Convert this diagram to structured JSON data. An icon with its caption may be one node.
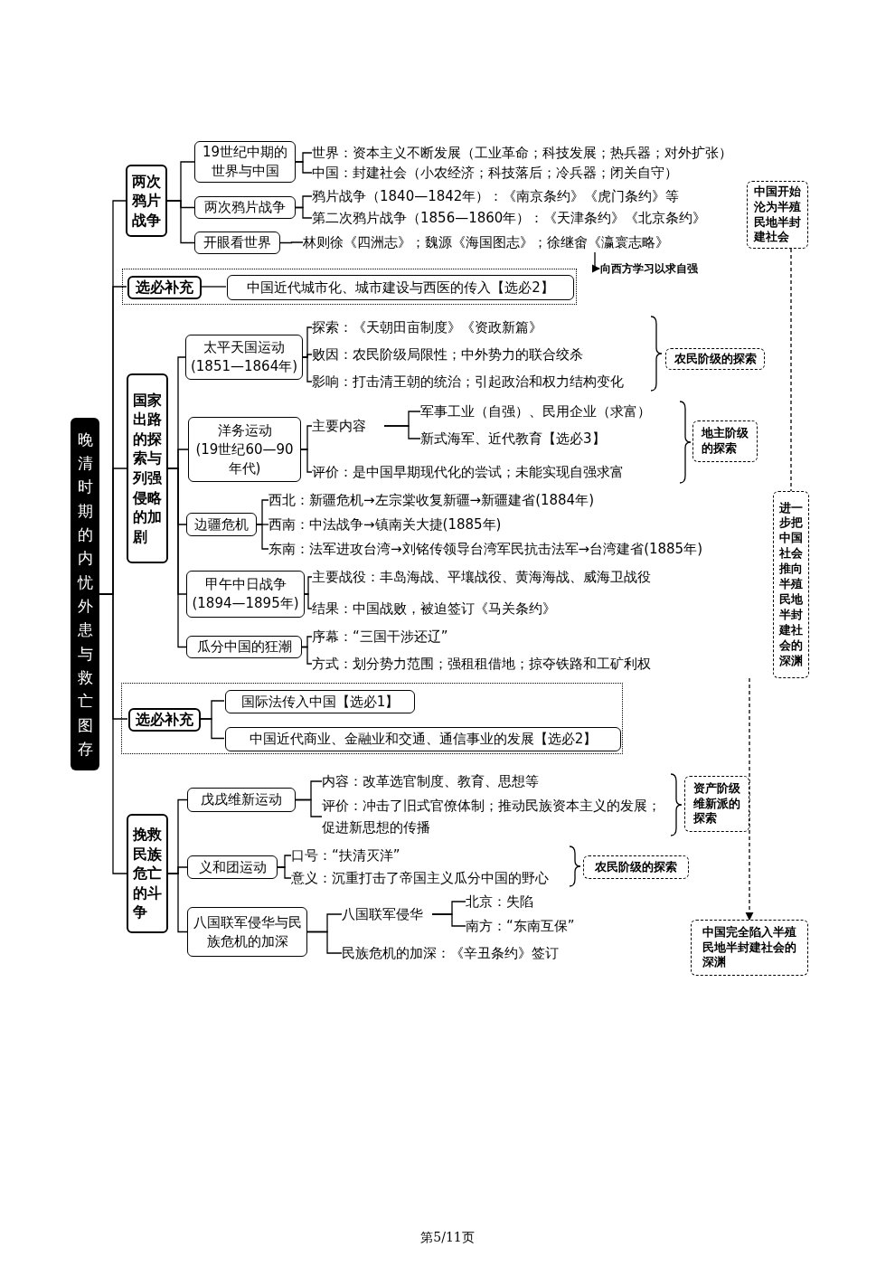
{
  "diagram": {
    "nodes": [
      {
        "text": [
          "晚清时期的内忧外患与救亡图存"
        ]
      },
      {
        "text": [
          "两次鸦片战争"
        ]
      },
      {
        "text": [
          "19世纪中期的世界与中国"
        ]
      },
      {
        "text": [
          "世界：资本主义不断发展（工业革命；科技发展；热兵器；对外扩张）"
        ]
      },
      {
        "text": [
          "中国：封建社会（小农经济；科技落后；冷兵器；闭关自守）"
        ]
      },
      {
        "text": [
          "两次鸦片战争"
        ]
      },
      {
        "text": [
          "鸦片战争（1840—1842年）：《南京条约》《虎门条约》等"
        ]
      },
      {
        "text": [
          "第二次鸦片战争（1856—1860年）：《天津条约》《北京条约》"
        ]
      },
      {
        "text": [
          "开眼看世界"
        ]
      },
      {
        "text": [
          "林则徐《四洲志》；魏源《海国图志》；徐继畬《瀛寰志略》"
        ]
      },
      {
        "text": [
          "向西方学习以求自强"
        ]
      },
      {
        "text": [
          "中国开始沦为半殖民地半封建社会"
        ]
      },
      {
        "text": [],
        "shape": "box"
      },
      {
        "text": [
          "选必补充"
        ],
        "in": 12
      },
      {
        "text": [
          "中国近代城市化、城市建设与西医的传入【选必2】"
        ],
        "in": 12
      },
      {
        "text": [
          "国家出路的探索与列强侵略的加剧"
        ]
      },
      {
        "text": [
          "太平天国运动",
          "(1851—1864年)"
        ]
      },
      {
        "text": [
          "探索：《天朝田亩制度》《资政新篇》"
        ]
      },
      {
        "text": [
          "败因：农民阶级局限性；中外势力的联合绞杀"
        ]
      },
      {
        "text": [
          "影响：打击清王朝的统治；引起政治和权力结构变化"
        ]
      },
      {
        "text": [
          "农民阶级的探索"
        ]
      },
      {
        "text": [
          "洋务运动",
          "(19世纪60—90年代)"
        ]
      },
      {
        "text": [
          "主要内容"
        ]
      },
      {
        "text": [
          "军事工业（自强）、民用企业（求富）"
        ]
      },
      {
        "text": [
          "新式海军、近代教育【选必3】"
        ]
      },
      {
        "text": [
          "评价：是中国早期现代化的尝试；未能实现自强求富"
        ]
      },
      {
        "text": [
          "地主阶级的探索"
        ]
      },
      {
        "text": [
          "边疆危机"
        ]
      },
      {
        "text": [
          "西北：新疆危机→左宗棠收复新疆→新疆建省(1884年)"
        ]
      },
      {
        "text": [
          "西南：中法战争→镇南关大捷(1885年)"
        ]
      },
      {
        "text": [
          "东南：法军进攻台湾→刘铭传领导台湾军民抗击法军→台湾建省(1885年)"
        ]
      },
      {
        "text": [
          "甲午中日战争",
          "(1894—1895年)"
        ]
      },
      {
        "text": [
          "主要战役：丰岛海战、平壤战役、黄海海战、威海卫战役"
        ]
      },
      {
        "text": [
          "结果：中国战败，被迫签订《马关条约》"
        ]
      },
      {
        "text": [
          "瓜分中国的狂潮"
        ]
      },
      {
        "text": [
          "序幕：“三国干涉还辽”"
        ]
      },
      {
        "text": [
          "方式：划分势力范围；强租租借地；掠夺铁路和工矿利权"
        ]
      },
      {
        "text": [
          "进一步把中国社会推向半殖民地半封建社会的深渊"
        ]
      },
      {
        "text": [],
        "shape": "box"
      },
      {
        "text": [
          "选必补充"
        ],
        "in": 38
      },
      {
        "text": [
          "国际法传入中国【选必1】"
        ],
        "in": 38
      },
      {
        "text": [
          "中国近代商业、金融业和交通、通信事业的发展【选必2】"
        ],
        "in": 38
      },
      {
        "text": [
          "挽救民族危亡的斗争"
        ]
      },
      {
        "text": [
          "戊戌维新运动"
        ]
      },
      {
        "text": [
          "内容：改革选官制度、教育、思想等"
        ]
      },
      {
        "text": [
          "评价：冲击了旧式官僚体制；推动民族资本主义的发展；促进新思想的传播"
        ]
      },
      {
        "text": [
          "资产阶级维新派的探索"
        ]
      },
      {
        "text": [
          "义和团运动"
        ]
      },
      {
        "text": [
          "口号：“扶清灭洋”"
        ]
      },
      {
        "text": [
          "意义：沉重打击了帝国主义瓜分中国的野心"
        ]
      },
      {
        "text": [
          "农民阶级的探索"
        ]
      },
      {
        "text": [
          "八国联军侵华与民族危机的加深"
        ]
      },
      {
        "text": [
          "八国联军侵华"
        ]
      },
      {
        "text": [
          "北京：失陷"
        ]
      },
      {
        "text": [
          "南方：“东南互保”"
        ]
      },
      {
        "text": [
          "民族危机的加深：《辛丑条约》签订"
        ]
      },
      {
        "text": [
          "中国完全陷入半殖民地半封建社会的深渊"
        ]
      }
    ],
    "edges": [
      {
        "from": 0,
        "to": 1,
        "arrow": "none"
      },
      {
        "from": 0,
        "to": 13,
        "arrow": "none"
      },
      {
        "from": 0,
        "to": 15,
        "arrow": "none"
      },
      {
        "from": 0,
        "to": 39,
        "arrow": "none"
      },
      {
        "from": 0,
        "to": 42,
        "arrow": "none"
      },
      {
        "from": 1,
        "to": 2,
        "arrow": "none"
      },
      {
        "from": 1,
        "to": 5,
        "arrow": "none"
      },
      {
        "from": 1,
        "to": 8,
        "arrow": "none"
      },
      {
        "from": 2,
        "to": 3,
        "arrow": "none"
      },
      {
        "from": 2,
        "to": 4,
        "arrow": "none"
      },
      {
        "from": 5,
        "to": 6,
        "arrow": "none"
      },
      {
        "from": 5,
        "to": 7,
        "arrow": "none"
      },
      {
        "from": 8,
        "to": 9,
        "arrow": "none"
      },
      {
        "from": 9,
        "to": 10,
        "arrow": "to"
      },
      {
        "from": 13,
        "to": 14,
        "arrow": "none"
      },
      {
        "from": 15,
        "to": 16,
        "arrow": "none"
      },
      {
        "from": 15,
        "to": 21,
        "arrow": "none"
      },
      {
        "from": 15,
        "to": 27,
        "arrow": "none"
      },
      {
        "from": 15,
        "to": 31,
        "arrow": "none"
      },
      {
        "from": 15,
        "to": 34,
        "arrow": "none"
      },
      {
        "from": 16,
        "to": 17,
        "arrow": "none"
      },
      {
        "from": 16,
        "to": 18,
        "arrow": "none"
      },
      {
        "from": 16,
        "to": 19,
        "arrow": "none"
      },
      {
        "from": 21,
        "to": 22,
        "arrow": "none"
      },
      {
        "from": 21,
        "to": 25,
        "arrow": "none"
      },
      {
        "from": 22,
        "to": 23,
        "arrow": "none"
      },
      {
        "from": 22,
        "to": 24,
        "arrow": "none"
      },
      {
        "from": 27,
        "to": 28,
        "arrow": "none"
      },
      {
        "from": 27,
        "to": 29,
        "arrow": "none"
      },
      {
        "from": 27,
        "to": 30,
        "arrow": "none"
      },
      {
        "from": 31,
        "to": 32,
        "arrow": "none"
      },
      {
        "from": 31,
        "to": 33,
        "arrow": "none"
      },
      {
        "from": 34,
        "to": 35,
        "arrow": "none"
      },
      {
        "from": 34,
        "to": 36,
        "arrow": "none"
      },
      {
        "from": 39,
        "to": 40,
        "arrow": "none"
      },
      {
        "from": 39,
        "to": 41,
        "arrow": "none"
      },
      {
        "from": 42,
        "to": 43,
        "arrow": "none"
      },
      {
        "from": 42,
        "to": 47,
        "arrow": "none"
      },
      {
        "from": 42,
        "to": 51,
        "arrow": "none"
      },
      {
        "from": 43,
        "to": 44,
        "arrow": "none"
      },
      {
        "from": 43,
        "to": 45,
        "arrow": "none"
      },
      {
        "from": 47,
        "to": 48,
        "arrow": "none"
      },
      {
        "from": 47,
        "to": 49,
        "arrow": "none"
      },
      {
        "from": 51,
        "to": 52,
        "arrow": "none"
      },
      {
        "from": 51,
        "to": 55,
        "arrow": "none"
      },
      {
        "from": 52,
        "to": 53,
        "arrow": "none"
      },
      {
        "from": 52,
        "to": 54,
        "arrow": "none"
      },
      {
        "from": 11,
        "to": 37,
        "arrow": "none",
        "style": "dashed"
      },
      {
        "from": 37,
        "to": 56,
        "arrow": "to",
        "style": "dashed"
      }
    ],
    "labels": [
      "第5/11页"
    ]
  }
}
